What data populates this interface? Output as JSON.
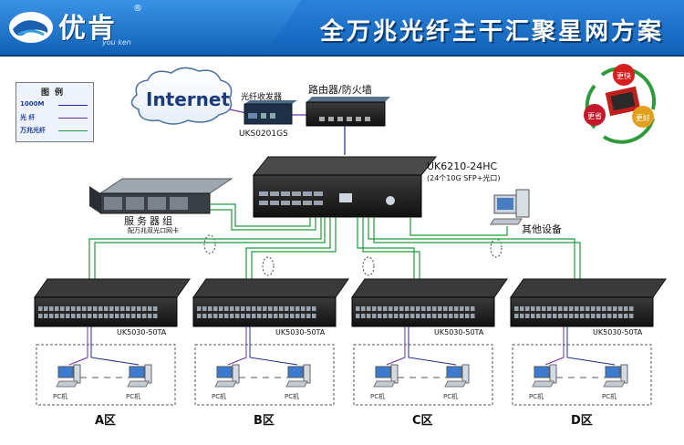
{
  "header": {
    "logo_text": "优肯",
    "logo_reg": "®",
    "logo_sub": "you ken",
    "title": "全万兆光纤主干汇聚星网方案"
  },
  "legend": {
    "title": "图例",
    "rows": [
      {
        "label": "1000M",
        "color": "#1c2a8a"
      },
      {
        "label": "光 纤",
        "color": "#6a2ca0"
      },
      {
        "label": "万兆光纤",
        "color": "#1e9a3a"
      }
    ]
  },
  "internet": {
    "label": "Internet"
  },
  "converter": {
    "title": "光纤收发器",
    "model": "UKS0201GS"
  },
  "router": {
    "label": "路由器/防火墙"
  },
  "core_switch": {
    "model": "UK6210-24HC",
    "desc": "(24个10G SFP+光口)"
  },
  "server": {
    "title": "服务器组",
    "desc": "配万兆双光口网卡"
  },
  "other": {
    "label": "其他设备"
  },
  "access_switches": [
    {
      "model": "UK5030-50TA",
      "zone": "A区",
      "pc1": "PC机",
      "pc2": "PC机"
    },
    {
      "model": "UK5030-50TA",
      "zone": "B区",
      "pc1": "PC机",
      "pc2": "PC机"
    },
    {
      "model": "UK5030-50TA",
      "zone": "C区",
      "pc1": "PC机",
      "pc2": "PC机"
    },
    {
      "model": "UK5030-50TA",
      "zone": "D区",
      "pc1": "PC机",
      "pc2": "PC机"
    }
  ],
  "cycle": {
    "items": [
      "更快",
      "更好",
      "更省"
    ]
  },
  "colors": {
    "header_blue": "#1a6fc4",
    "fiber_green": "#1e9a3a",
    "copper_blue": "#1c2a8a",
    "fiber_purple": "#6a2ca0"
  }
}
